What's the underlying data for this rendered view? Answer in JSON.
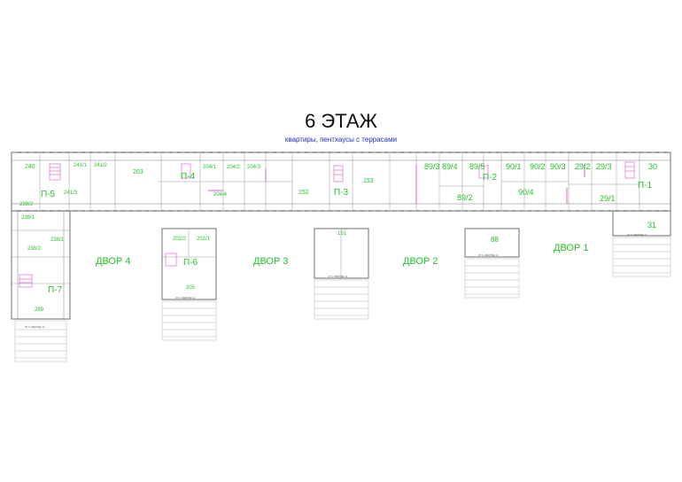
{
  "title": "6 ЭТАЖ",
  "subtitle": "квартиры, пентхаусы с террасами",
  "colors": {
    "wall": "#7a7a7a",
    "label": "#22c12a",
    "accent": "#e37be0",
    "subtitle": "#1a2fd0"
  },
  "courtyards": [
    "ДВОР 4",
    "ДВОР 3",
    "ДВОР 2",
    "ДВОР 1"
  ],
  "stairs": [
    "П-5",
    "П-4",
    "П-3",
    "П-2",
    "П-1",
    "П-6",
    "П-7"
  ],
  "apartments": [
    "240",
    "241/1",
    "241/2",
    "203",
    "204/1",
    "204/2",
    "204/3",
    "204/4",
    "152",
    "153",
    "89/3",
    "89/4",
    "89/5",
    "89/2",
    "90/1",
    "90/2",
    "90/3",
    "90/4",
    "29/2",
    "29/3",
    "29/1",
    "30",
    "31",
    "241/3",
    "239/2",
    "239/1",
    "238/2",
    "238/1",
    "289",
    "202/2",
    "202/1",
    "205",
    "151",
    "88"
  ],
  "tiny_notes": [
    "ЭТ. 6 • ВЕРАНДА 12",
    "ЭТ. 6 • ВЕРАНДА 12",
    "ЭТ. 6 • ВЕРАНДА 12",
    "ЭТ. 6 • ВЕРАНДА 12",
    "ЭТ. 6 • ВЕРАНДА 12"
  ]
}
